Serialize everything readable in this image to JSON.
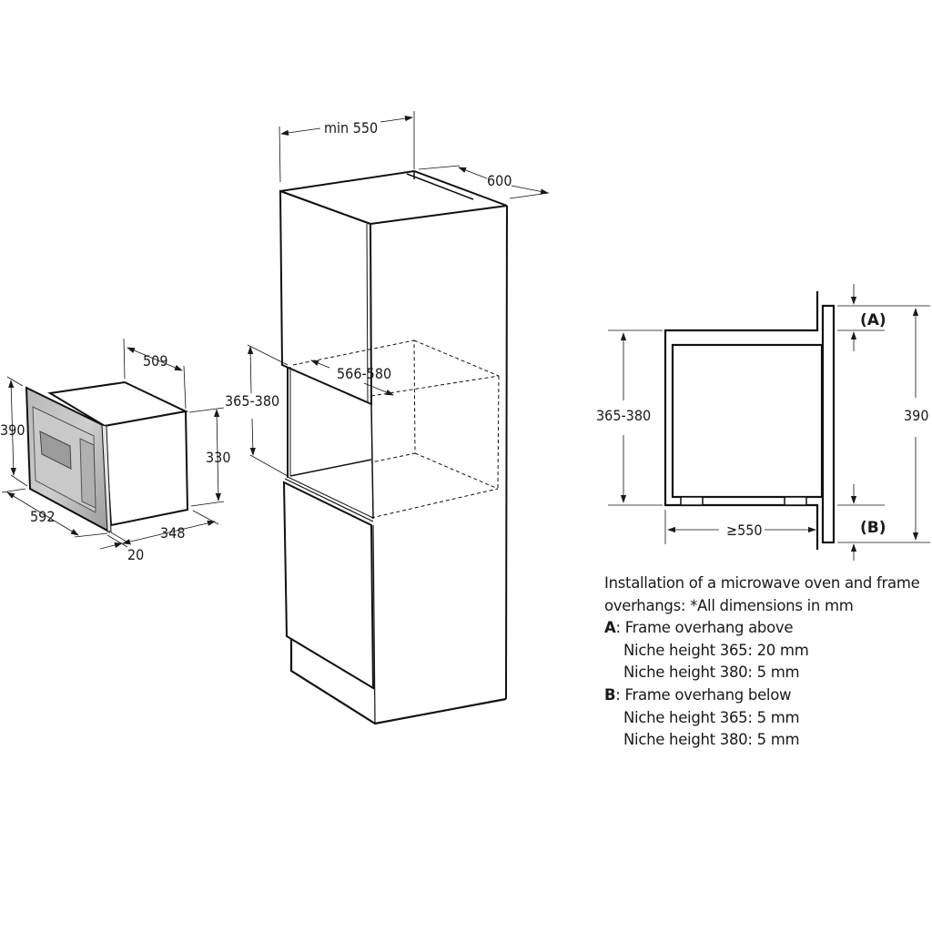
{
  "microwave": {
    "depth_label": "509",
    "height_label": "390",
    "body_height_label": "330",
    "width_label": "592",
    "body_depth_label": "348",
    "frame_thickness_label": "20"
  },
  "cabinet": {
    "width_label": "min 550",
    "depth_label": "600",
    "niche_height_label": "365-380",
    "niche_width_label": "566-580"
  },
  "side_view": {
    "niche_height_label": "365-380",
    "total_height_label": "390",
    "depth_label": "≥550",
    "marker_a": "(A)",
    "marker_b": "(B)"
  },
  "caption": {
    "intro_line1": "Installation of a microwave oven and frame",
    "intro_line2": "overhangs: *All dimensions in mm",
    "a_key": "A",
    "a_title": ": Frame overhang above",
    "a_items": [
      "Niche height 365: 20 mm",
      "Niche height 380: 5 mm"
    ],
    "b_key": "B",
    "b_title": ": Frame overhang below",
    "b_items": [
      "Niche height 365: 5 mm",
      "Niche height 380: 5 mm"
    ]
  }
}
